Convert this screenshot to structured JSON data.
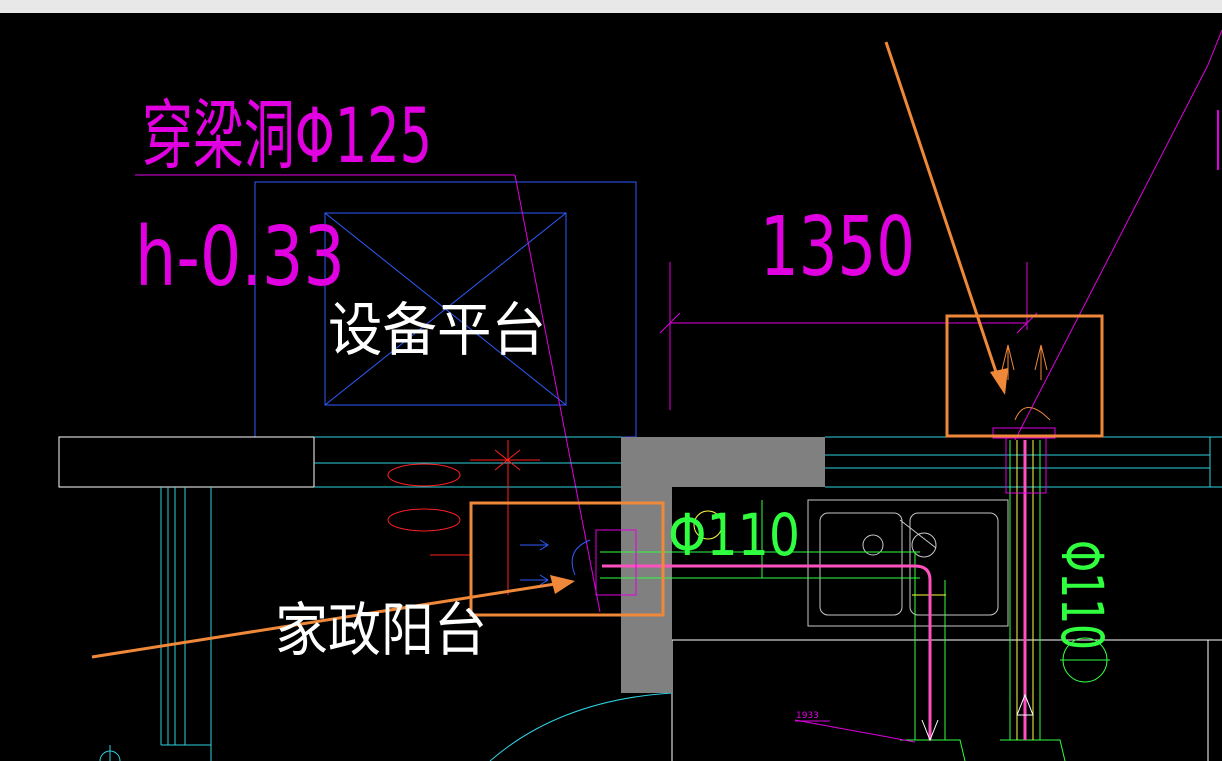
{
  "labels": {
    "beam_hole": "穿梁洞Φ125",
    "elevation": "h-0.33",
    "equipment_platform": "设备平台",
    "dimension": "1350",
    "domestic_balcony": "家政阳台",
    "pipe_dia_1": "Φ110",
    "pipe_dia_2": "Φ110",
    "small_note": "1933"
  },
  "colors": {
    "magenta": "#e000e0",
    "white": "#ffffff",
    "blue": "#2e5cff",
    "cyan": "#30d0e0",
    "green": "#30ff40",
    "yellow": "#ffff40",
    "red": "#ff2020",
    "orange": "#f0883a",
    "pink": "#ff50c0",
    "gray": "#808080"
  }
}
